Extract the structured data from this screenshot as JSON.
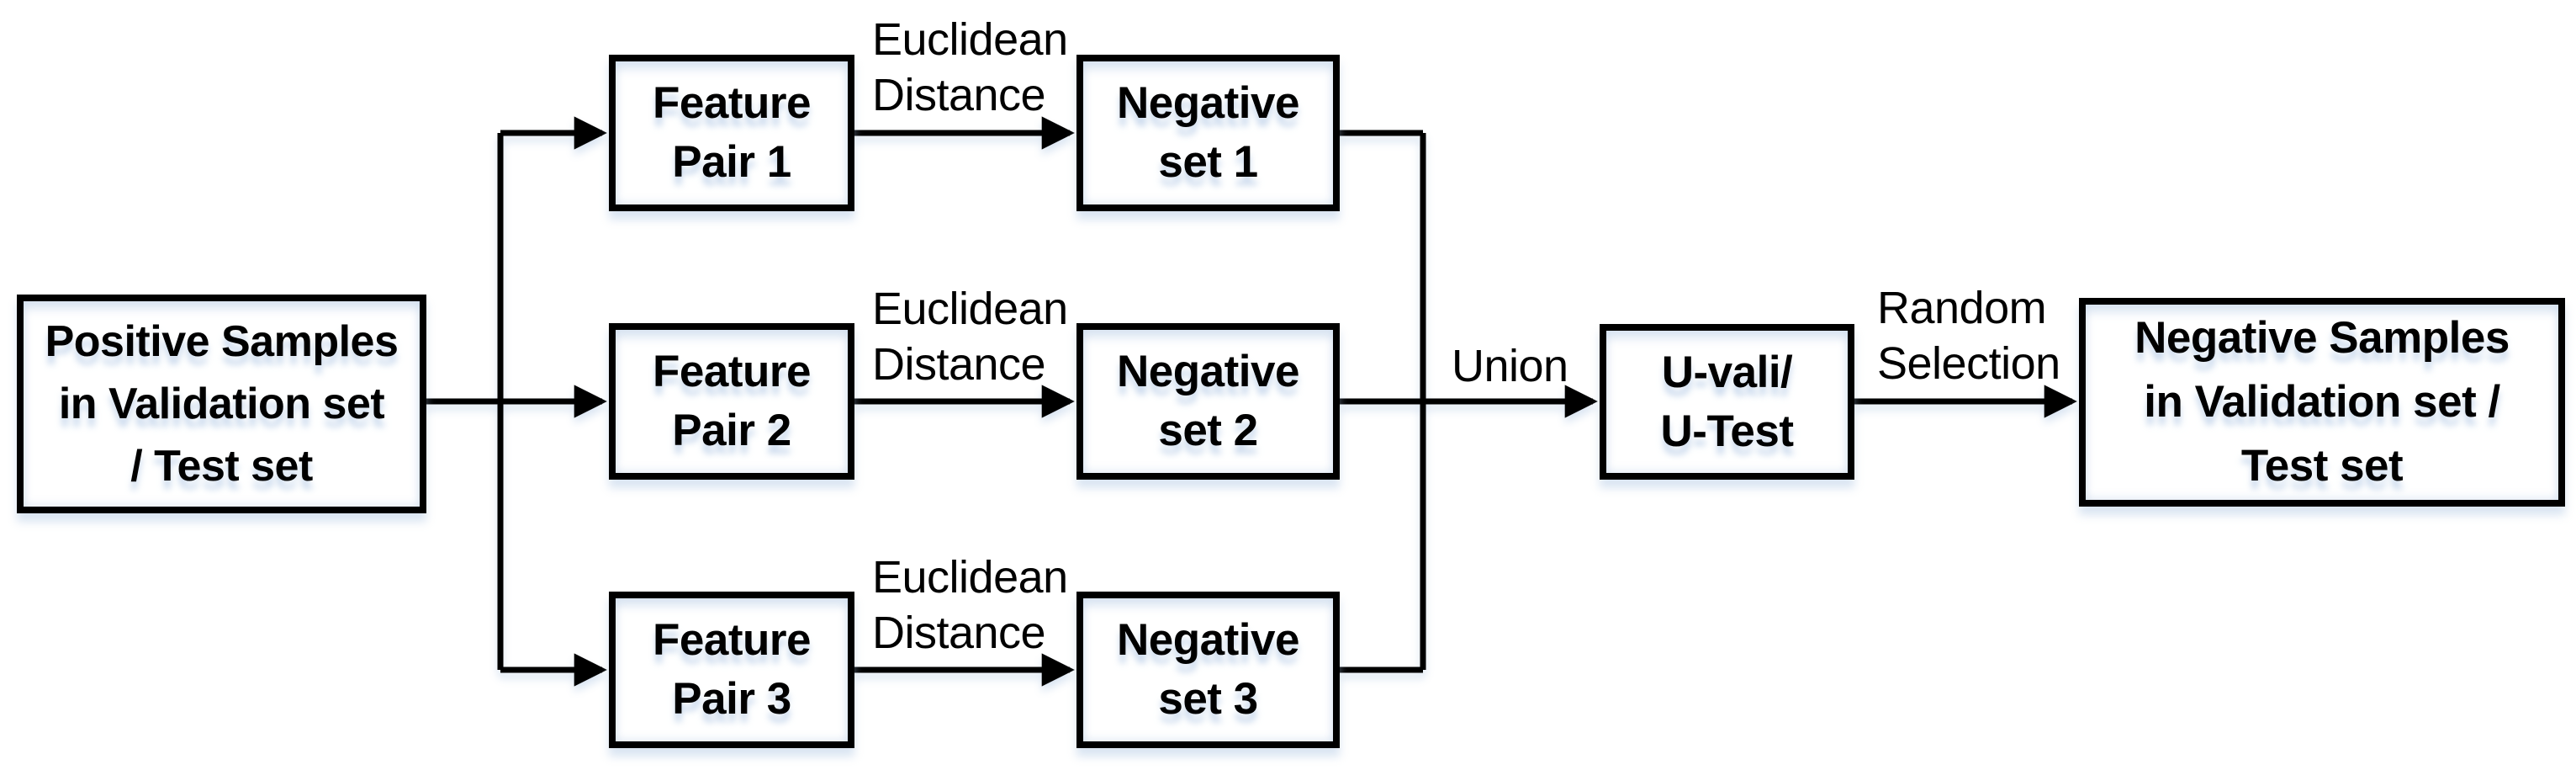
{
  "diagram": {
    "colors": {
      "line": "#000000",
      "box_fill": "#ffffff",
      "box_border": "#000000",
      "background": "#ffffff",
      "shadow": "#adc5e3"
    },
    "nodes": [
      {
        "id": "positive-samples",
        "label": "Positive Samples in Validation set / Test set",
        "lines": [
          "Positive Samples",
          "in Validation set",
          "/ Test set"
        ]
      },
      {
        "id": "feature-pair-1",
        "label": "Feature Pair 1",
        "lines": [
          "Feature",
          "Pair 1"
        ]
      },
      {
        "id": "feature-pair-2",
        "label": "Feature Pair 2",
        "lines": [
          "Feature",
          "Pair 2"
        ]
      },
      {
        "id": "feature-pair-3",
        "label": "Feature Pair 3",
        "lines": [
          "Feature",
          "Pair 3"
        ]
      },
      {
        "id": "negative-set-1",
        "label": "Negative set 1",
        "lines": [
          "Negative",
          "set 1"
        ]
      },
      {
        "id": "negative-set-2",
        "label": "Negative set 2",
        "lines": [
          "Negative",
          "set 2"
        ]
      },
      {
        "id": "negative-set-3",
        "label": "Negative set 3",
        "lines": [
          "Negative",
          "set 3"
        ]
      },
      {
        "id": "u-vali-u-test",
        "label": "U-vali/ U-Test",
        "lines": [
          "U-vali/",
          "U-Test"
        ]
      },
      {
        "id": "negative-samples",
        "label": "Negative Samples in Validation set / Test set",
        "lines": [
          "Negative Samples",
          "in Validation set /",
          "Test set"
        ]
      }
    ],
    "edge_labels": [
      {
        "id": "euclidean-distance-1",
        "lines": [
          "Euclidean",
          "Distance"
        ]
      },
      {
        "id": "euclidean-distance-2",
        "lines": [
          "Euclidean",
          "Distance"
        ]
      },
      {
        "id": "euclidean-distance-3",
        "lines": [
          "Euclidean",
          "Distance"
        ]
      },
      {
        "id": "union",
        "lines": [
          "Union"
        ]
      },
      {
        "id": "random-selection",
        "lines": [
          "Random",
          "Selection"
        ]
      }
    ]
  }
}
